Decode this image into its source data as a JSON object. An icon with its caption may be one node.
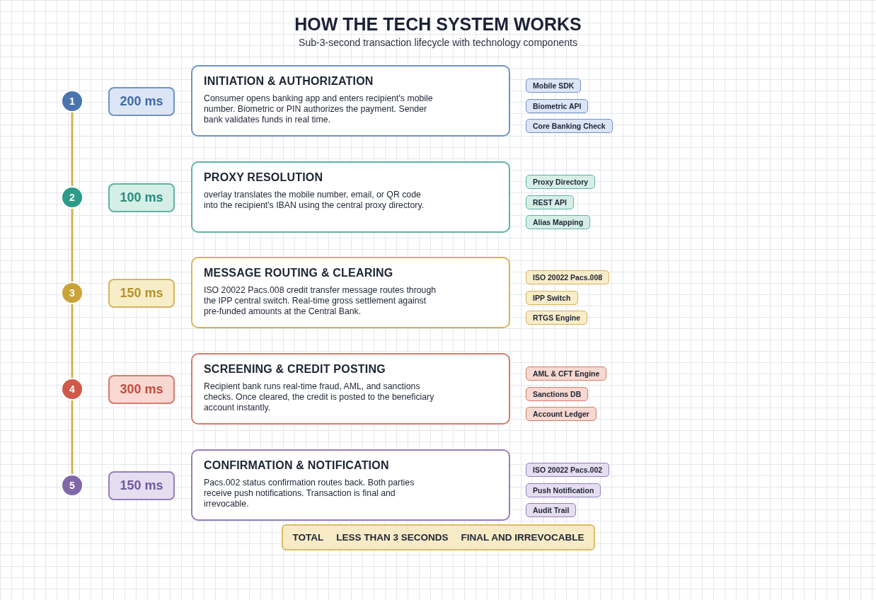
{
  "diagram": {
    "title": "HOW THE TECH SYSTEM WORKS",
    "caption": "Sub-3-second transaction lifecycle with technology components",
    "nodes": [
      {
        "text": [
          "1"
        ]
      },
      {
        "text": [
          "200 ms"
        ]
      },
      {
        "text": [
          "INITIATION & AUTHORIZATION",
          "Consumer opens banking app and enters recipient's mobile number. Biometric or PIN authorizes the payment. Sender bank validates funds in real time."
        ]
      },
      {
        "text": [
          "Mobile SDK"
        ]
      },
      {
        "text": [
          "Biometric API"
        ]
      },
      {
        "text": [
          "Core Banking Check"
        ]
      },
      {
        "text": [
          "2"
        ]
      },
      {
        "text": [
          "100 ms"
        ]
      },
      {
        "text": [
          "PROXY RESOLUTION",
          "overlay translates the mobile number, email, or QR code into the recipient's IBAN using the central proxy directory."
        ]
      },
      {
        "text": [
          "Proxy Directory"
        ]
      },
      {
        "text": [
          "REST API"
        ]
      },
      {
        "text": [
          "Alias Mapping"
        ]
      },
      {
        "text": [
          "3"
        ]
      },
      {
        "text": [
          "150 ms"
        ]
      },
      {
        "text": [
          "MESSAGE ROUTING & CLEARING",
          "ISO 20022 Pacs.008 credit transfer message routes through the IPP central switch. Real-time gross settlement against pre-funded amounts at the Central Bank."
        ]
      },
      {
        "text": [
          "ISO 20022 Pacs.008"
        ]
      },
      {
        "text": [
          "IPP Switch"
        ]
      },
      {
        "text": [
          "RTGS Engine"
        ]
      },
      {
        "text": [
          "4"
        ]
      },
      {
        "text": [
          "300 ms"
        ]
      },
      {
        "text": [
          "SCREENING & CREDIT POSTING",
          "Recipient bank runs real-time fraud, AML, and sanctions checks. Once cleared, the credit is posted to the beneficiary account instantly."
        ]
      },
      {
        "text": [
          "AML & CFT Engine"
        ]
      },
      {
        "text": [
          "Sanctions DB"
        ]
      },
      {
        "text": [
          "Account Ledger"
        ]
      },
      {
        "text": [
          "5"
        ]
      },
      {
        "text": [
          "150 ms"
        ]
      },
      {
        "text": [
          "CONFIRMATION & NOTIFICATION",
          "Pacs.002 status confirmation routes back. Both parties receive push notifications. Transaction is final and irrevocable."
        ]
      },
      {
        "text": [
          "ISO 20022 Pacs.002"
        ]
      },
      {
        "text": [
          "Push Notification"
        ]
      },
      {
        "text": [
          "Audit Trail"
        ]
      },
      {
        "text": [
          "TOTAL",
          "LESS THAN 3 SECONDS",
          "FINAL AND IRREVOCABLE"
        ]
      }
    ],
    "edges": [
      {
        "from": 0,
        "to": 6,
        "arrow": "none"
      },
      {
        "from": 6,
        "to": 12,
        "arrow": "none"
      },
      {
        "from": 12,
        "to": 18,
        "arrow": "none"
      },
      {
        "from": 18,
        "to": 24,
        "arrow": "none"
      }
    ]
  }
}
